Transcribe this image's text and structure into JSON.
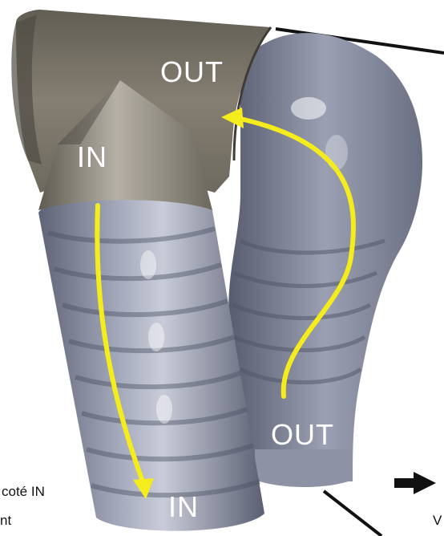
{
  "labels": {
    "out_top": "OUT",
    "in_top": "IN",
    "out_bottom": "OUT",
    "in_bottom": "IN"
  },
  "side_text": {
    "line1": "coté IN",
    "line2": "nt",
    "right_fragment": "V"
  },
  "colors": {
    "hose": "#8e93a6",
    "hose_dark": "#5f6478",
    "tee": "#7b776c",
    "arrow": "#f4ec1c",
    "callout_line": "#111111"
  }
}
